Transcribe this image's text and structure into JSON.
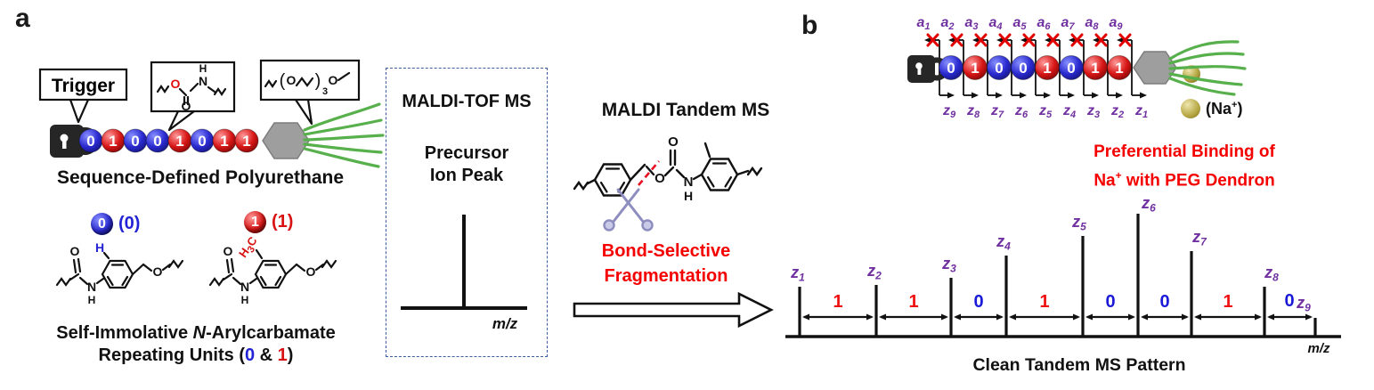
{
  "colors": {
    "bead_blue": "#2a2ad0",
    "bead_red": "#d81616",
    "fragment_purple": "#7030a0",
    "gap_one_red": "#ee1111",
    "gap_zero_blue": "#1a1ad8",
    "headline_red": "#f50000",
    "chain_green": "#57b04c",
    "sodium_gold": "#b5a642",
    "box_border_blue": "#3d5c9e"
  },
  "chart_data": {
    "type": "line-spectrum",
    "title": "Clean Tandem MS Pattern",
    "xlabel": "m/z",
    "peaks": [
      "z1",
      "z2",
      "z3",
      "z4",
      "z5",
      "z6",
      "z7",
      "z8",
      "z9"
    ],
    "relative_intensities": [
      0.41,
      0.42,
      0.48,
      0.66,
      0.82,
      1.0,
      0.7,
      0.41,
      0.15
    ],
    "gap_labels_between_peaks": [
      "1",
      "1",
      "0",
      "1",
      "0",
      "0",
      "1",
      "0"
    ],
    "legend_position": "none",
    "grid": false
  },
  "panel_a": {
    "label": "a",
    "trigger": "Trigger",
    "carbamate_atoms": {
      "o_red": "O",
      "o_dbl": "O",
      "n": "N",
      "h": "H"
    },
    "peg_parts": {
      "open": "(",
      "o1": "O",
      "close": ")",
      "sub": "3",
      "o2": "O"
    },
    "sequence": [
      "0",
      "1",
      "0",
      "0",
      "1",
      "0",
      "1",
      "1"
    ],
    "caption": "Sequence-Defined Polyurethane",
    "unit0": {
      "digit": "0",
      "paren": "(0)",
      "ring_h": "H",
      "o_dbl": "O",
      "n": "N",
      "nh": "H",
      "o_ether": "O"
    },
    "unit1": {
      "digit": "1",
      "paren": "(1)",
      "methyl_h": "H",
      "methyl_sub": "3",
      "methyl_c": "C",
      "o_dbl": "O",
      "n": "N",
      "nh": "H",
      "o_ether": "O"
    },
    "caption2_pre": "Self-Immolative ",
    "caption2_n": "N",
    "caption2_post": "-Arylcarbamate",
    "caption3_pre": "Repeating Units (",
    "caption3_zero": "0",
    "caption3_amp": " & ",
    "caption3_one": "1",
    "caption3_post": ")"
  },
  "maldi_box": {
    "title": "MALDI-TOF MS",
    "line1": "Precursor",
    "line2": "Ion Peak",
    "mz": "m/z"
  },
  "tandem": {
    "title": "MALDI Tandem MS",
    "red1": "Bond-Selective",
    "red2": "Fragmentation",
    "o_ester": "O",
    "o_dbl": "O",
    "n": "N",
    "h": "H"
  },
  "panel_b": {
    "label": "b",
    "a_frag": [
      {
        "l": "a",
        "s": "1"
      },
      {
        "l": "a",
        "s": "2"
      },
      {
        "l": "a",
        "s": "3"
      },
      {
        "l": "a",
        "s": "4"
      },
      {
        "l": "a",
        "s": "5"
      },
      {
        "l": "a",
        "s": "6"
      },
      {
        "l": "a",
        "s": "7"
      },
      {
        "l": "a",
        "s": "8"
      },
      {
        "l": "a",
        "s": "9"
      }
    ],
    "z_frag": [
      {
        "l": "z",
        "s": "9"
      },
      {
        "l": "z",
        "s": "8"
      },
      {
        "l": "z",
        "s": "7"
      },
      {
        "l": "z",
        "s": "6"
      },
      {
        "l": "z",
        "s": "5"
      },
      {
        "l": "z",
        "s": "4"
      },
      {
        "l": "z",
        "s": "3"
      },
      {
        "l": "z",
        "s": "2"
      },
      {
        "l": "z",
        "s": "1"
      }
    ],
    "sequence": [
      "0",
      "1",
      "0",
      "0",
      "1",
      "0",
      "1",
      "1"
    ],
    "na_pre": "(Na",
    "na_sup": "+",
    "na_post": ")",
    "red1": "Preferential Binding of",
    "red2_pre": "Na",
    "red2_sup": "+",
    "red2_post": " with PEG Dendron",
    "spectrum": {
      "z_labels": [
        {
          "l": "z",
          "s": "1"
        },
        {
          "l": "z",
          "s": "2"
        },
        {
          "l": "z",
          "s": "3"
        },
        {
          "l": "z",
          "s": "4"
        },
        {
          "l": "z",
          "s": "5"
        },
        {
          "l": "z",
          "s": "6"
        },
        {
          "l": "z",
          "s": "7"
        },
        {
          "l": "z",
          "s": "8"
        },
        {
          "l": "z",
          "s": "9"
        }
      ],
      "gaps": [
        "1",
        "1",
        "0",
        "1",
        "0",
        "0",
        "1",
        "0"
      ],
      "mz": "m/z",
      "caption": "Clean Tandem MS Pattern"
    }
  }
}
